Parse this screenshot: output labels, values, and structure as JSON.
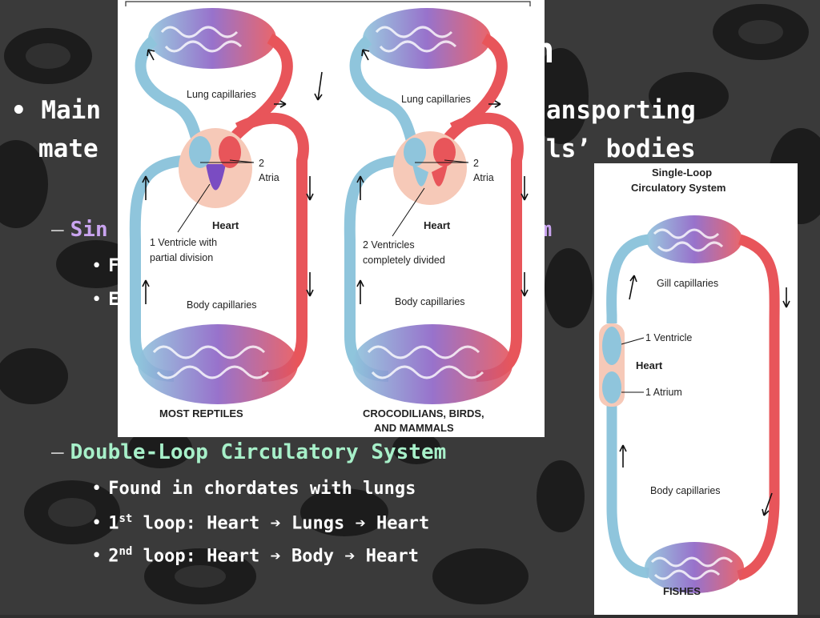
{
  "slide": {
    "title_fragment": "n",
    "main_bullet_line1_left": "Main",
    "main_bullet_line1_right": "ansporting",
    "main_bullet_line2_left": "mate",
    "main_bullet_line2_right": "ls’ bodies",
    "single_loop_heading_left": "Sin",
    "single_loop_heading_right": "em",
    "single_loop_item1_fragment": "F",
    "single_loop_item2_fragment": "E",
    "double_loop_heading": "Double-Loop Circulatory System",
    "double_loop_items": [
      {
        "text": "Found in chordates with lungs"
      },
      {
        "prefix": "1",
        "sup": "st",
        "text": " loop: Heart ➔ Lungs ➔ Heart"
      },
      {
        "prefix": "2",
        "sup": "nd",
        "text": " loop: Heart ➔ Body ➔ Heart"
      }
    ]
  },
  "double_loop_figure": {
    "left": {
      "lung_label": "Lung capillaries",
      "atria_label": "2\nAtria",
      "heart_label": "Heart",
      "ventricle_label": "1 Ventricle with\npartial division",
      "body_label": "Body capillaries",
      "caption": "MOST REPTILES"
    },
    "right": {
      "lung_label": "Lung capillaries",
      "atria_label": "2\nAtria",
      "heart_label": "Heart",
      "ventricle_label": "2 Ventricles\ncompletely divided",
      "body_label": "Body capillaries",
      "caption": "CROCODILIANS, BIRDS,\nAND MAMMALS"
    }
  },
  "single_loop_figure": {
    "title": "Single-Loop\nCirculatory System",
    "gill_label": "Gill capillaries",
    "ventricle_label": "1 Ventricle",
    "heart_label": "Heart",
    "atrium_label": "1 Atrium",
    "body_label": "Body capillaries",
    "caption": "FISHES"
  },
  "colors": {
    "oxygenated": "#e8555a",
    "deoxygenated": "#8fc5dc",
    "mixed": "#8c63c6",
    "text_white": "#ffffff",
    "heading_purple": "#c9a4ef",
    "heading_green": "#a7f0c9"
  }
}
